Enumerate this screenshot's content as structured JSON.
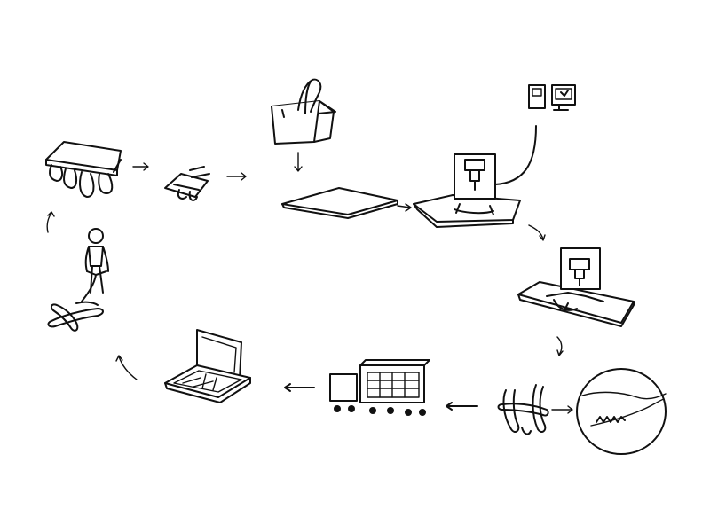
{
  "diagram": {
    "type": "process-cycle",
    "colors": {
      "ink": "#111111",
      "paper": "#ffffff"
    },
    "stages": [
      {
        "name": "table-with-hanging-pieces",
        "icon": "table-icon"
      },
      {
        "name": "assembled-clip",
        "icon": "clip-icon"
      },
      {
        "name": "material-bin",
        "icon": "bin-icon"
      },
      {
        "name": "flat-sheet",
        "icon": "sheet-icon"
      },
      {
        "name": "cnc-cutter-with-computer",
        "icon": "cnc-computer-icon"
      },
      {
        "name": "cutting-head-on-sheet",
        "icon": "cutting-head-icon"
      },
      {
        "name": "h-shaped-part",
        "icon": "h-part-icon"
      },
      {
        "name": "edge-detail-magnified",
        "icon": "magnifier-icon"
      },
      {
        "name": "delivery-truck",
        "icon": "truck-icon"
      },
      {
        "name": "packaging-box",
        "icon": "box-icon"
      },
      {
        "name": "person-assembling",
        "icon": "person-icon"
      }
    ]
  }
}
